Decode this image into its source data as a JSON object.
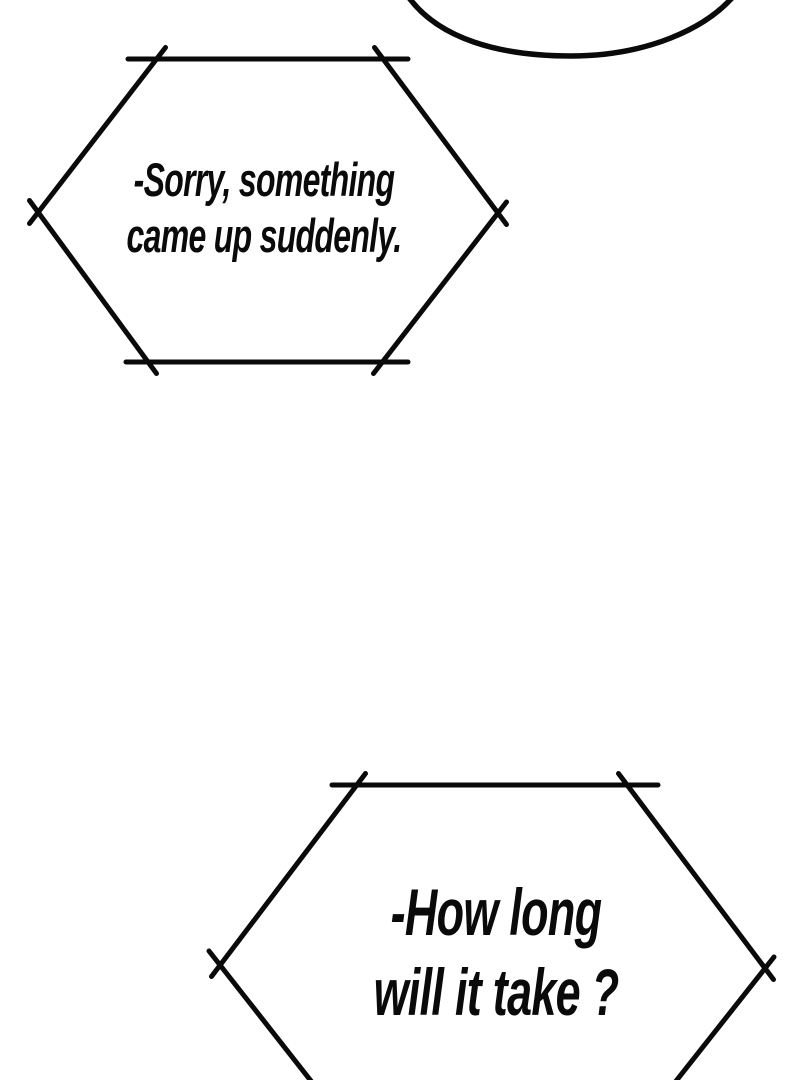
{
  "panel": {
    "type": "comic-page-segment",
    "background_color": "#ffffff",
    "ink_color": "#0a0a0a",
    "bubbles": [
      {
        "id": "top-partial-bubble",
        "shape": "rounded-bubble-bottom-arc",
        "text_lines": []
      },
      {
        "id": "sorry-bubble",
        "shape": "hexagon",
        "text_lines": [
          "-Sorry, something",
          "came up suddenly."
        ]
      },
      {
        "id": "how-long-bubble",
        "shape": "hexagon",
        "text_lines": [
          "-How long",
          "will it take ?"
        ]
      }
    ]
  }
}
